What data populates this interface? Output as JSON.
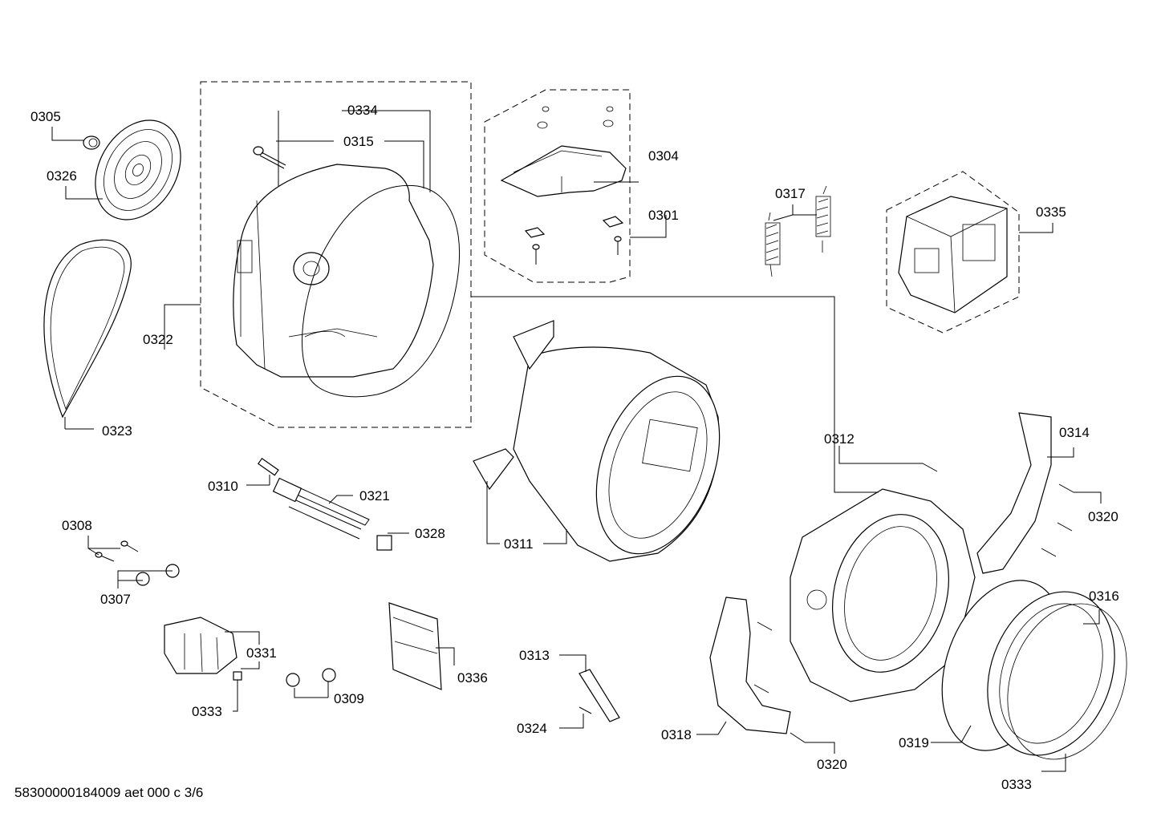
{
  "labels": {
    "p0301": "0301",
    "p0304": "0304",
    "p0305": "0305",
    "p0307": "0307",
    "p0308": "0308",
    "p0309": "0309",
    "p0310": "0310",
    "p0311": "0311",
    "p0312": "0312",
    "p0313": "0313",
    "p0314": "0314",
    "p0315": "0315",
    "p0316": "0316",
    "p0317": "0317",
    "p0318": "0318",
    "p0319": "0319",
    "p0320a": "0320",
    "p0320b": "0320",
    "p0321": "0321",
    "p0322": "0322",
    "p0323": "0323",
    "p0324": "0324",
    "p0326": "0326",
    "p0328": "0328",
    "p0331": "0331",
    "p0333a": "0333",
    "p0333b": "0333",
    "p0334": "0334",
    "p0335": "0335",
    "p0336": "0336"
  },
  "footer": {
    "reference": "58300000184009 aet 000 c 3/6"
  }
}
